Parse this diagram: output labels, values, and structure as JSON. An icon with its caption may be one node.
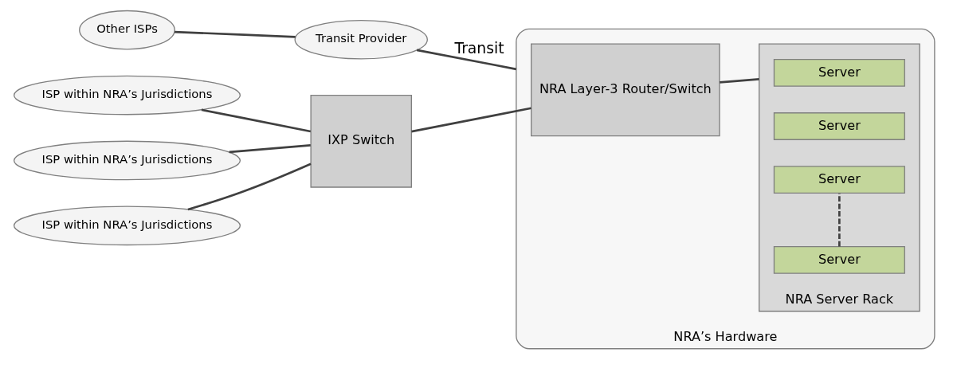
{
  "diagram": {
    "nodes": [
      {
        "text": [
          "Other ISPs"
        ]
      },
      {
        "text": [
          "Transit Provider"
        ]
      },
      {
        "text": [
          "NRA’s Hardware"
        ]
      },
      {
        "text": [
          "IXP Switch"
        ]
      },
      {
        "text": [
          "NRA Layer-3 Router/Switch"
        ],
        "in": 2
      },
      {
        "text": [
          "NRA Server Rack"
        ],
        "in": 2
      },
      {
        "text": [
          "Server"
        ],
        "in": 5
      },
      {
        "text": [
          "Server"
        ],
        "in": 5
      },
      {
        "text": [
          "Server"
        ],
        "in": 5
      },
      {
        "text": [
          "Server"
        ],
        "in": 5
      },
      {
        "text": [
          "ISP within NRA’s Jurisdictions"
        ]
      },
      {
        "text": [
          "ISP within NRA’s Jurisdictions"
        ]
      },
      {
        "text": [
          "ISP within NRA’s Jurisdictions"
        ]
      }
    ],
    "edges": [
      {
        "from": 0,
        "to": 1,
        "arrow": "none"
      },
      {
        "from": 1,
        "to": 2,
        "arrow": "none",
        "label": "Transit"
      },
      {
        "from": 3,
        "to": 4,
        "arrow": "none"
      },
      {
        "from": 4,
        "to": 5,
        "arrow": "none"
      },
      {
        "from": 8,
        "to": 9,
        "arrow": "none",
        "style": "dashed"
      },
      {
        "from": 10,
        "to": 3,
        "arrow": "none"
      },
      {
        "from": 11,
        "to": 3,
        "arrow": "none"
      },
      {
        "from": 12,
        "to": 3,
        "arrow": "none"
      }
    ]
  }
}
